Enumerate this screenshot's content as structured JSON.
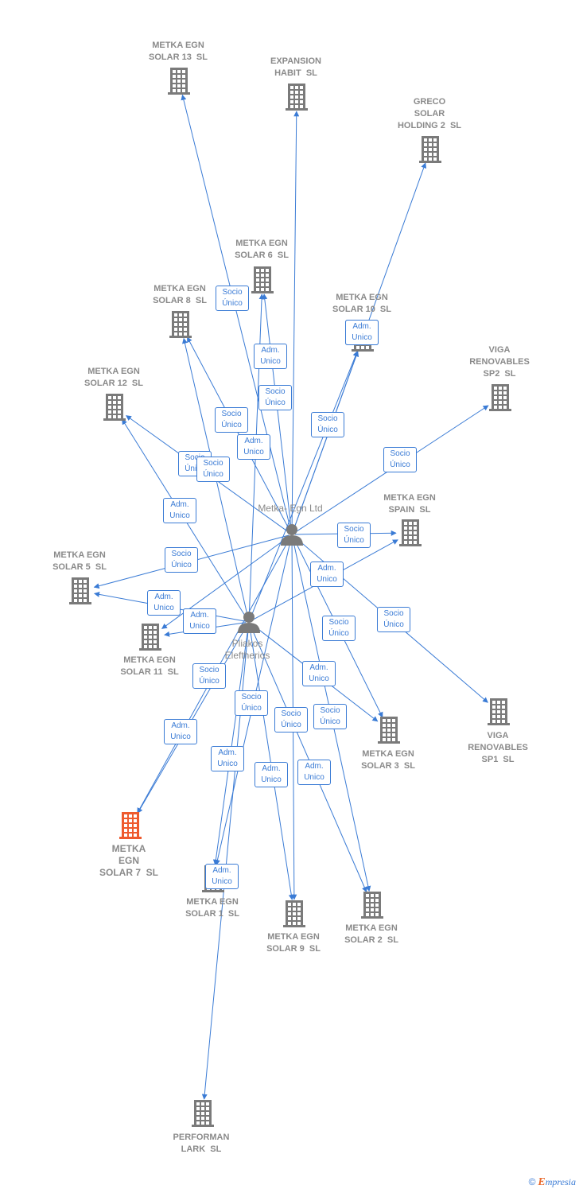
{
  "colors": {
    "edge": "#3a7bd5",
    "company": "#7a7a7a",
    "highlight": "#ee5a2e",
    "person": "#7a7a7a",
    "label": "#8a8a8a"
  },
  "persons": [
    {
      "id": "metka_ltd",
      "label": "Metka- Egn Ltd"
    },
    {
      "id": "pliakos",
      "label": "Pliakos\nEleftherios"
    }
  ],
  "companies": [
    {
      "id": "solar13",
      "label": "METKA EGN\nSOLAR 13  SL"
    },
    {
      "id": "expansion",
      "label": "EXPANSION\nHABIT  SL"
    },
    {
      "id": "greco",
      "label": "GRECO\nSOLAR\nHOLDING 2  SL"
    },
    {
      "id": "solar6",
      "label": "METKA EGN\nSOLAR 6  SL"
    },
    {
      "id": "solar8",
      "label": "METKA EGN\nSOLAR 8  SL"
    },
    {
      "id": "solar10",
      "label": "METKA EGN\nSOLAR 10  SL"
    },
    {
      "id": "viga2",
      "label": "VIGA\nRENOVABLES\nSP2  SL"
    },
    {
      "id": "solar12",
      "label": "METKA EGN\nSOLAR 12  SL"
    },
    {
      "id": "spain",
      "label": "METKA EGN\nSPAIN  SL"
    },
    {
      "id": "solar5",
      "label": "METKA EGN\nSOLAR 5  SL"
    },
    {
      "id": "solar11",
      "label": "METKA EGN\nSOLAR 11  SL"
    },
    {
      "id": "viga1",
      "label": "VIGA\nRENOVABLES\nSP1  SL"
    },
    {
      "id": "solar3",
      "label": "METKA EGN\nSOLAR 3  SL"
    },
    {
      "id": "solar7",
      "label": "METKA\nEGN\nSOLAR 7  SL",
      "highlight": true
    },
    {
      "id": "solar1",
      "label": "METKA EGN\nSOLAR 1  SL"
    },
    {
      "id": "solar9",
      "label": "METKA EGN\nSOLAR 9  SL"
    },
    {
      "id": "solar2",
      "label": "METKA EGN\nSOLAR 2  SL"
    },
    {
      "id": "performan",
      "label": "PERFORMAN\nLARK  SL"
    }
  ],
  "edges": [
    {
      "from": "metka_ltd",
      "to": "solar13",
      "label": "Socio\nÚnico"
    },
    {
      "from": "metka_ltd",
      "to": "expansion",
      "label": "Socio\nÚnico"
    },
    {
      "from": "metka_ltd",
      "to": "greco",
      "label": "Socio\nÚnico"
    },
    {
      "from": "metka_ltd",
      "to": "solar6",
      "label": "Socio\nÚnico"
    },
    {
      "from": "metka_ltd",
      "to": "solar8",
      "label": "Socio\nÚnico"
    },
    {
      "from": "metka_ltd",
      "to": "solar10",
      "label": "Adm.\nUnico"
    },
    {
      "from": "metka_ltd",
      "to": "viga2",
      "label": "Socio\nÚnico"
    },
    {
      "from": "metka_ltd",
      "to": "solar12",
      "label": "Socio\nÚnico"
    },
    {
      "from": "metka_ltd",
      "to": "spain",
      "label": "Socio\nÚnico"
    },
    {
      "from": "metka_ltd",
      "to": "solar5",
      "label": "Socio\nÚnico"
    },
    {
      "from": "metka_ltd",
      "to": "viga1",
      "label": "Socio\nÚnico"
    },
    {
      "from": "metka_ltd",
      "to": "solar3",
      "label": "Socio\nÚnico"
    },
    {
      "from": "metka_ltd",
      "to": "solar7",
      "label": "Socio\nÚnico"
    },
    {
      "from": "metka_ltd",
      "to": "solar1",
      "label": "Socio\nÚnico"
    },
    {
      "from": "metka_ltd",
      "to": "solar9",
      "label": "Socio\nÚnico"
    },
    {
      "from": "metka_ltd",
      "to": "solar2",
      "label": "Socio\nÚnico"
    },
    {
      "from": "metka_ltd",
      "to": "solar11",
      "label": "Socio\nÚnico"
    },
    {
      "from": "pliakos",
      "to": "solar6",
      "label": "Adm.\nUnico"
    },
    {
      "from": "pliakos",
      "to": "solar8",
      "label": "Adm.\nUnico"
    },
    {
      "from": "pliakos",
      "to": "solar10",
      "label": "Socio\nÚnico"
    },
    {
      "from": "pliakos",
      "to": "solar12",
      "label": "Adm.\nUnico"
    },
    {
      "from": "pliakos",
      "to": "spain",
      "label": "Adm.\nUnico"
    },
    {
      "from": "pliakos",
      "to": "solar5",
      "label": "Adm.\nUnico"
    },
    {
      "from": "pliakos",
      "to": "solar11",
      "label": "Adm.\nUnico"
    },
    {
      "from": "pliakos",
      "to": "solar3",
      "label": "Adm.\nUnico"
    },
    {
      "from": "pliakos",
      "to": "solar7",
      "label": "Adm.\nUnico"
    },
    {
      "from": "pliakos",
      "to": "solar1",
      "label": "Adm.\nUnico"
    },
    {
      "from": "pliakos",
      "to": "solar9",
      "label": "Adm.\nUnico"
    },
    {
      "from": "pliakos",
      "to": "solar2",
      "label": "Adm.\nUnico"
    },
    {
      "from": "pliakos",
      "to": "performan",
      "label": "Adm.\nUnico"
    }
  ],
  "copyright": {
    "symbol": "©",
    "brand_initial": "E",
    "brand_rest": "mpresia"
  }
}
